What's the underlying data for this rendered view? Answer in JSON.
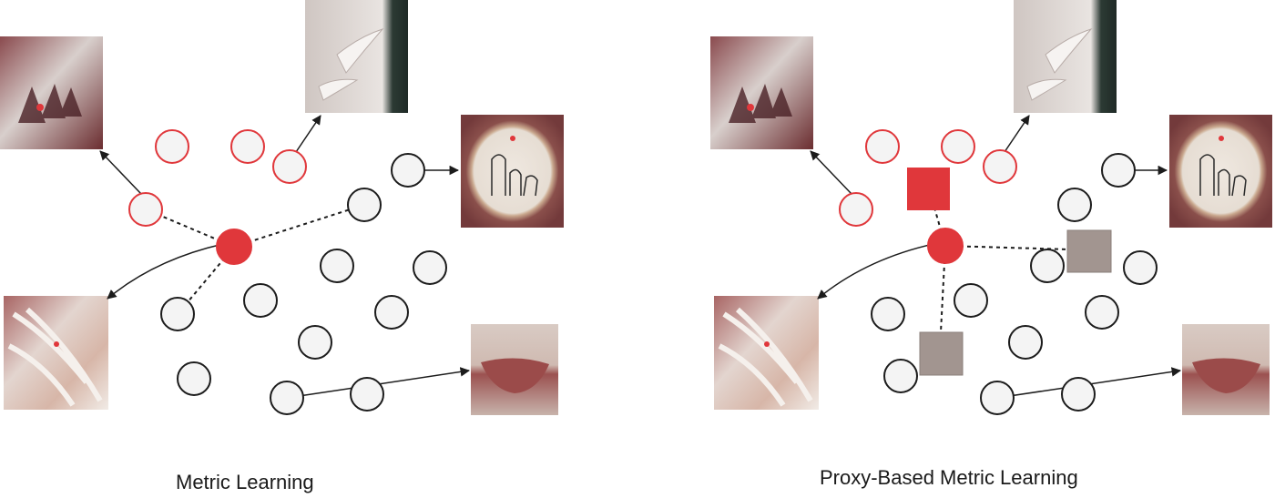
{
  "captions": {
    "left": "Metric Learning",
    "right": "Proxy-Based Metric Learning"
  },
  "colors": {
    "red": "#e0373b",
    "node_fill": "#f4f4f4",
    "node_stroke": "#1c1c1c",
    "proxy_gray": "#a29590",
    "edge": "#1c1c1c"
  },
  "panels": [
    {
      "id": "left",
      "anchor_class": "red",
      "nodes": [
        {
          "id": "red1",
          "cls": "red"
        },
        {
          "id": "red2",
          "cls": "red"
        },
        {
          "id": "red3",
          "cls": "red"
        },
        {
          "id": "red4",
          "cls": "red"
        },
        {
          "id": "b1",
          "cls": "black"
        },
        {
          "id": "b2",
          "cls": "black"
        },
        {
          "id": "b3",
          "cls": "black"
        },
        {
          "id": "b4",
          "cls": "black"
        },
        {
          "id": "b5",
          "cls": "black"
        },
        {
          "id": "b6",
          "cls": "black"
        },
        {
          "id": "b7",
          "cls": "black"
        },
        {
          "id": "b8",
          "cls": "black"
        },
        {
          "id": "b9",
          "cls": "black"
        },
        {
          "id": "b10",
          "cls": "black"
        },
        {
          "id": "b11",
          "cls": "black"
        }
      ],
      "images": [
        {
          "id": "nails-dark",
          "depicts": "red-nails"
        },
        {
          "id": "nails-silver",
          "depicts": "silver-nails"
        },
        {
          "id": "cactus",
          "depicts": "cactus-embroidery"
        },
        {
          "id": "nails-hand",
          "depicts": "hand-nails"
        },
        {
          "id": "bowl",
          "depicts": "red-bowl"
        }
      ]
    },
    {
      "id": "right",
      "anchor_class": "red",
      "proxies": [
        {
          "id": "proxy-red",
          "cls": "red"
        },
        {
          "id": "proxy-gray-1",
          "cls": "gray"
        },
        {
          "id": "proxy-gray-2",
          "cls": "gray"
        }
      ]
    }
  ]
}
